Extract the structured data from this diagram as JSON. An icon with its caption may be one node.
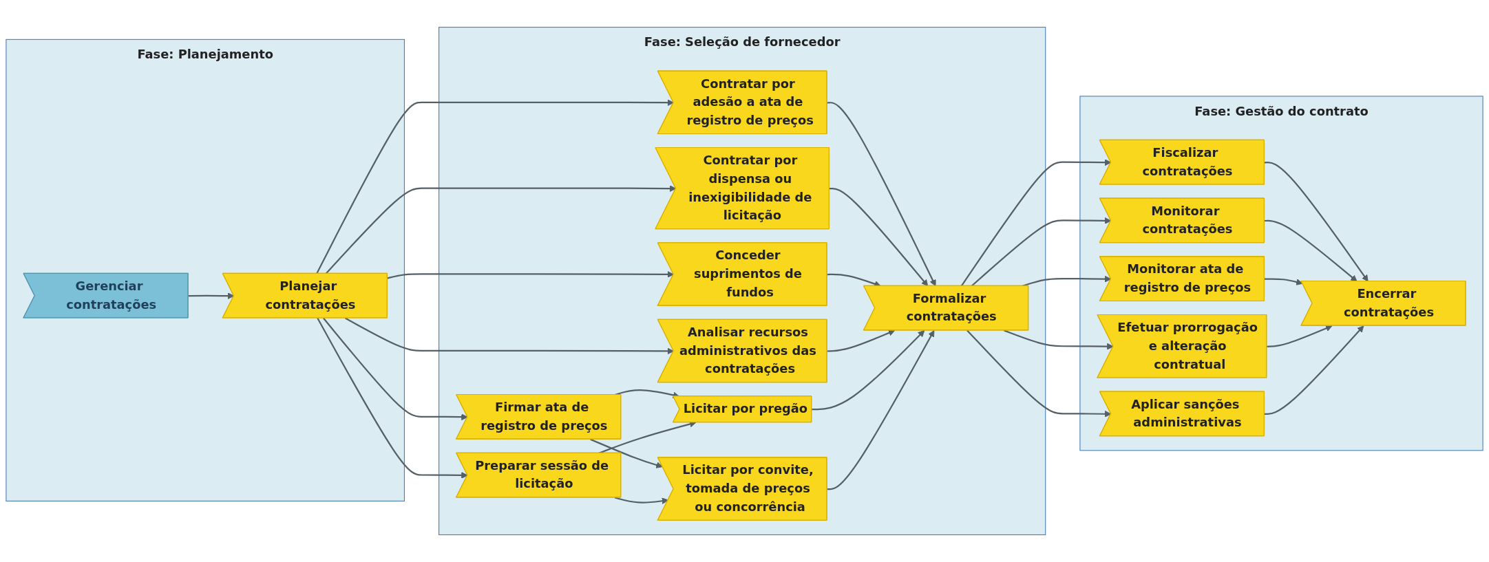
{
  "diagram": {
    "nodes": [
      {
        "text": [
          "Fase: Planejamento"
        ]
      },
      {
        "text": [
          "Gerenciar contratações"
        ],
        "in": 0
      },
      {
        "text": [
          "Planejar contratações"
        ],
        "in": 0
      },
      {
        "text": [
          "Fase: Seleção de fornecedor"
        ]
      },
      {
        "text": [
          "Firmar ata de registro de preços"
        ],
        "in": 3
      },
      {
        "text": [
          "Preparar sessão de licitação"
        ],
        "in": 3
      },
      {
        "text": [
          "Contratar por adesão a ata de registro de preços"
        ],
        "in": 3
      },
      {
        "text": [
          "Contratar por dispensa ou inexigibilidade de licitação"
        ],
        "in": 3
      },
      {
        "text": [
          "Conceder suprimentos de fundos"
        ],
        "in": 3
      },
      {
        "text": [
          "Analisar recursos administrativos das contratações"
        ],
        "in": 3
      },
      {
        "text": [
          "Licitar por pregão"
        ],
        "in": 3
      },
      {
        "text": [
          "Licitar por convite, tomada de preços ou concorrência"
        ],
        "in": 3
      },
      {
        "text": [
          "Formalizar contratações"
        ],
        "in": 3
      },
      {
        "text": [
          "Fase: Gestão do contrato"
        ]
      },
      {
        "text": [
          "Fiscalizar contratações"
        ],
        "in": 13
      },
      {
        "text": [
          "Monitorar contratações"
        ],
        "in": 13
      },
      {
        "text": [
          "Monitorar ata de registro de preços"
        ],
        "in": 13
      },
      {
        "text": [
          "Efetuar prorrogação e alteração contratual"
        ],
        "in": 13
      },
      {
        "text": [
          "Aplicar sanções administrativas"
        ],
        "in": 13
      },
      {
        "text": [
          "Encerrar contratações"
        ],
        "in": 13
      }
    ],
    "edges": [
      {
        "from": 1,
        "to": 2,
        "arrow": "to"
      },
      {
        "from": 2,
        "to": 4,
        "arrow": "to"
      },
      {
        "from": 2,
        "to": 5,
        "arrow": "to"
      },
      {
        "from": 2,
        "to": 6,
        "arrow": "to"
      },
      {
        "from": 2,
        "to": 7,
        "arrow": "to"
      },
      {
        "from": 2,
        "to": 8,
        "arrow": "to"
      },
      {
        "from": 2,
        "to": 9,
        "arrow": "to"
      },
      {
        "from": 4,
        "to": 10,
        "arrow": "to"
      },
      {
        "from": 4,
        "to": 11,
        "arrow": "to"
      },
      {
        "from": 5,
        "to": 10,
        "arrow": "to"
      },
      {
        "from": 5,
        "to": 11,
        "arrow": "to"
      },
      {
        "from": 6,
        "to": 12,
        "arrow": "to"
      },
      {
        "from": 7,
        "to": 12,
        "arrow": "to"
      },
      {
        "from": 8,
        "to": 12,
        "arrow": "to"
      },
      {
        "from": 9,
        "to": 12,
        "arrow": "to"
      },
      {
        "from": 10,
        "to": 12,
        "arrow": "to"
      },
      {
        "from": 11,
        "to": 12,
        "arrow": "to"
      },
      {
        "from": 12,
        "to": 14,
        "arrow": "to"
      },
      {
        "from": 12,
        "to": 15,
        "arrow": "to"
      },
      {
        "from": 12,
        "to": 16,
        "arrow": "to"
      },
      {
        "from": 12,
        "to": 17,
        "arrow": "to"
      },
      {
        "from": 12,
        "to": 18,
        "arrow": "to"
      },
      {
        "from": 14,
        "to": 19,
        "arrow": "to"
      },
      {
        "from": 15,
        "to": 19,
        "arrow": "to"
      },
      {
        "from": 16,
        "to": 19,
        "arrow": "to"
      },
      {
        "from": 17,
        "to": 19,
        "arrow": "to"
      },
      {
        "from": 18,
        "to": 19,
        "arrow": "to"
      }
    ]
  }
}
